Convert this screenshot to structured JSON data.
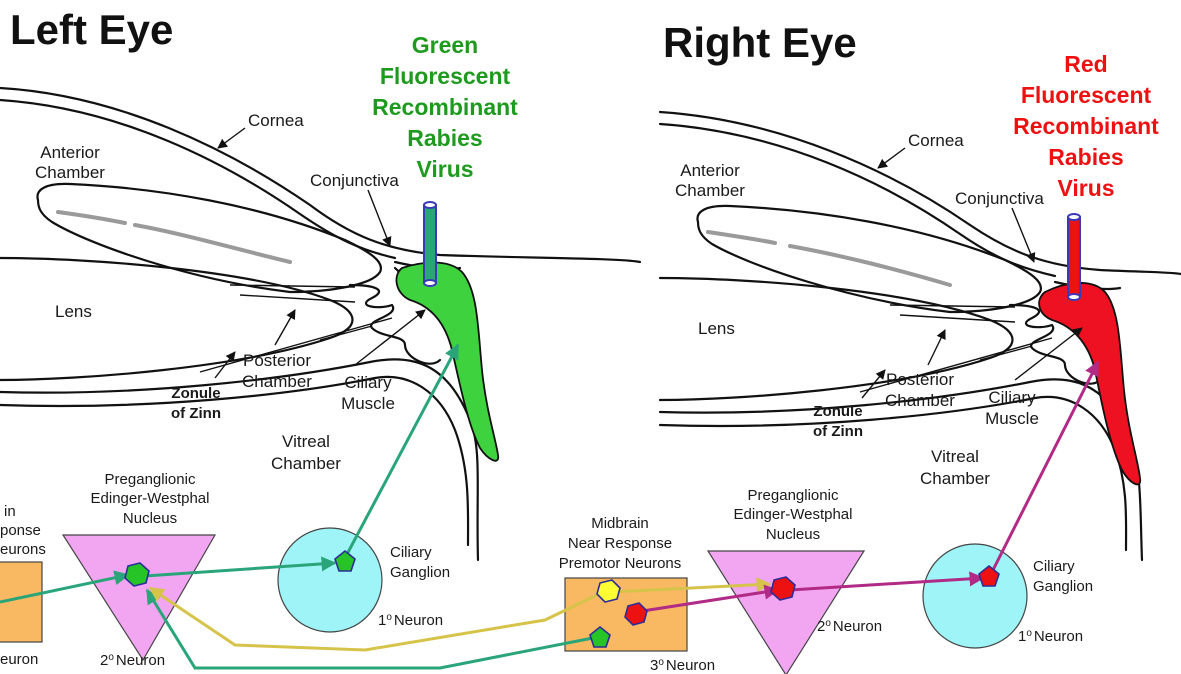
{
  "colors": {
    "green_virus": "#1e9a1e",
    "red_virus": "#ee1111",
    "ciliary_green": "#3fd23f",
    "ciliary_red": "#ee1122",
    "nucleus_pink": "#f2a6f2",
    "ganglion_cyan": "#9ef4f6",
    "premotor_orange": "#f9b862",
    "pathway_green": "#2aa57a",
    "pathway_red": "#b02a86",
    "pathway_yellow": "#e6d86a",
    "hex_green": "#26c426",
    "hex_red": "#ee1111",
    "hex_yellow": "#ffff33"
  },
  "left_eye": {
    "title": "Left Eye",
    "virus_lines": [
      "Green",
      "Fluorescent",
      "Recombinant",
      "Rabies",
      "Virus"
    ],
    "labels": {
      "cornea": "Cornea",
      "anterior_chamber": [
        "Anterior",
        "Chamber"
      ],
      "conjunctiva": "Conjunctiva",
      "lens": "Lens",
      "posterior_chamber": [
        "Posterior",
        "Chamber"
      ],
      "zonule": [
        "Zonule",
        "of Zinn"
      ],
      "ciliary_muscle": [
        "Ciliary",
        "Muscle"
      ],
      "vitreal_chamber": [
        "Vitreal",
        "Chamber"
      ],
      "preganglionic": [
        "Preganglionic",
        "Edinger-Westphal",
        "Nucleus"
      ],
      "ciliary_ganglion": [
        "Ciliary",
        "Ganglion"
      ],
      "neuron_1": "Neuron",
      "neuron_2": "Neuron",
      "cut_midbrain": [
        "in",
        "ponse",
        "eurons"
      ],
      "cut_neuron": "euron"
    }
  },
  "right_eye": {
    "title": "Right Eye",
    "virus_lines": [
      "Red",
      "Fluorescent",
      "Recombinant",
      "Rabies",
      "Virus"
    ],
    "labels": {
      "cornea": "Cornea",
      "anterior_chamber": [
        "Anterior",
        "Chamber"
      ],
      "conjunctiva": "Conjunctiva",
      "lens": "Lens",
      "posterior_chamber": [
        "Posterior",
        "Chamber"
      ],
      "zonule": [
        "Zonule",
        "of Zinn"
      ],
      "ciliary_muscle": [
        "Ciliary",
        "Muscle"
      ],
      "vitreal_chamber": [
        "Vitreal",
        "Chamber"
      ],
      "preganglionic": [
        "Preganglionic",
        "Edinger-Westphal",
        "Nucleus"
      ],
      "ciliary_ganglion": [
        "Ciliary",
        "Ganglion"
      ],
      "neuron_1": "Neuron",
      "neuron_2": "Neuron"
    }
  },
  "midbrain": {
    "labels": [
      "Midbrain",
      "Near Response",
      "Premotor Neurons"
    ],
    "neuron_3": "Neuron"
  },
  "ordinals": {
    "first": "1",
    "second": "2",
    "third": "3",
    "degree_mark": "o"
  }
}
